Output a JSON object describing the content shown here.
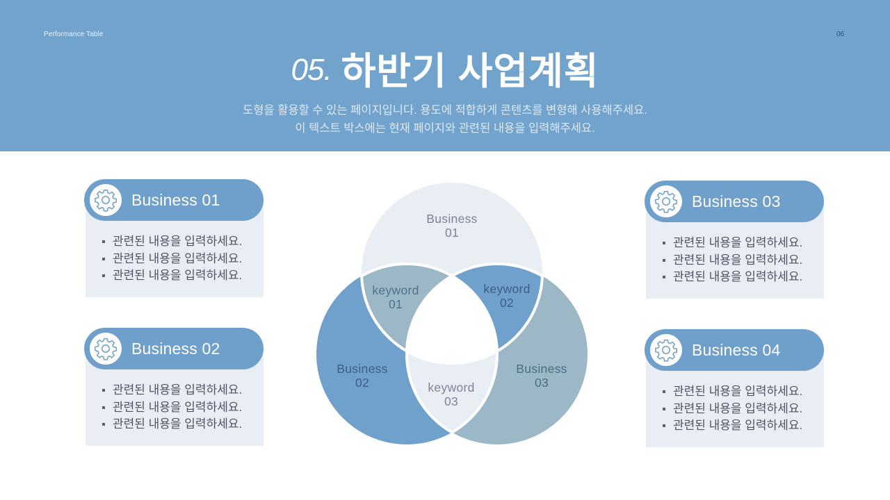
{
  "header": {
    "label": "Performance Table",
    "page_number": "06",
    "title_number": "05.",
    "title": "하반기 사업계획",
    "subtitle_line1": "도형을 활용할 수 있는 페이지입니다. 용도에 적합하게 콘텐츠를 변형해 사용해주세요.",
    "subtitle_line2": "이 텍스트 박스에는 현재 페이지와 관련된 내용을 입력해주세요."
  },
  "colors": {
    "header_bg": "#72a3cc",
    "card_head": "#6f9fcb",
    "card_body": "#e9eef5",
    "circle_top": "#e9eef5",
    "circle_left": "#70a0cc",
    "circle_right": "#9cb8c6",
    "overlap_top_left": "#9cb8c6",
    "overlap_top_right": "#70a0cc",
    "overlap_bottom": "#e9eef5",
    "center": "#ffffff"
  },
  "cards": [
    {
      "title": "Business 01",
      "icon": "gear-icon",
      "items": [
        "관련된 내용을 입력하세요.",
        "관련된 내용을 입력하세요.",
        "관련된 내용을 입력하세요."
      ]
    },
    {
      "title": "Business 02",
      "icon": "gear-icon",
      "items": [
        "관련된 내용을 입력하세요.",
        "관련된 내용을 입력하세요.",
        "관련된 내용을 입력하세요."
      ]
    },
    {
      "title": "Business 03",
      "icon": "gear-icon",
      "items": [
        "관련된 내용을 입력하세요.",
        "관련된 내용을 입력하세요.",
        "관련된 내용을 입력하세요."
      ]
    },
    {
      "title": "Business 04",
      "icon": "gear-icon",
      "items": [
        "관련된 내용을 입력하세요.",
        "관련된 내용을 입력하세요.",
        "관련된 내용을 입력하세요."
      ]
    }
  ],
  "venn": {
    "circles": [
      {
        "line1": "Business",
        "line2": "01"
      },
      {
        "line1": "Business",
        "line2": "02"
      },
      {
        "line1": "Business",
        "line2": "03"
      }
    ],
    "keywords": [
      {
        "line1": "keyword",
        "line2": "01"
      },
      {
        "line1": "keyword",
        "line2": "02"
      },
      {
        "line1": "keyword",
        "line2": "03"
      }
    ]
  }
}
